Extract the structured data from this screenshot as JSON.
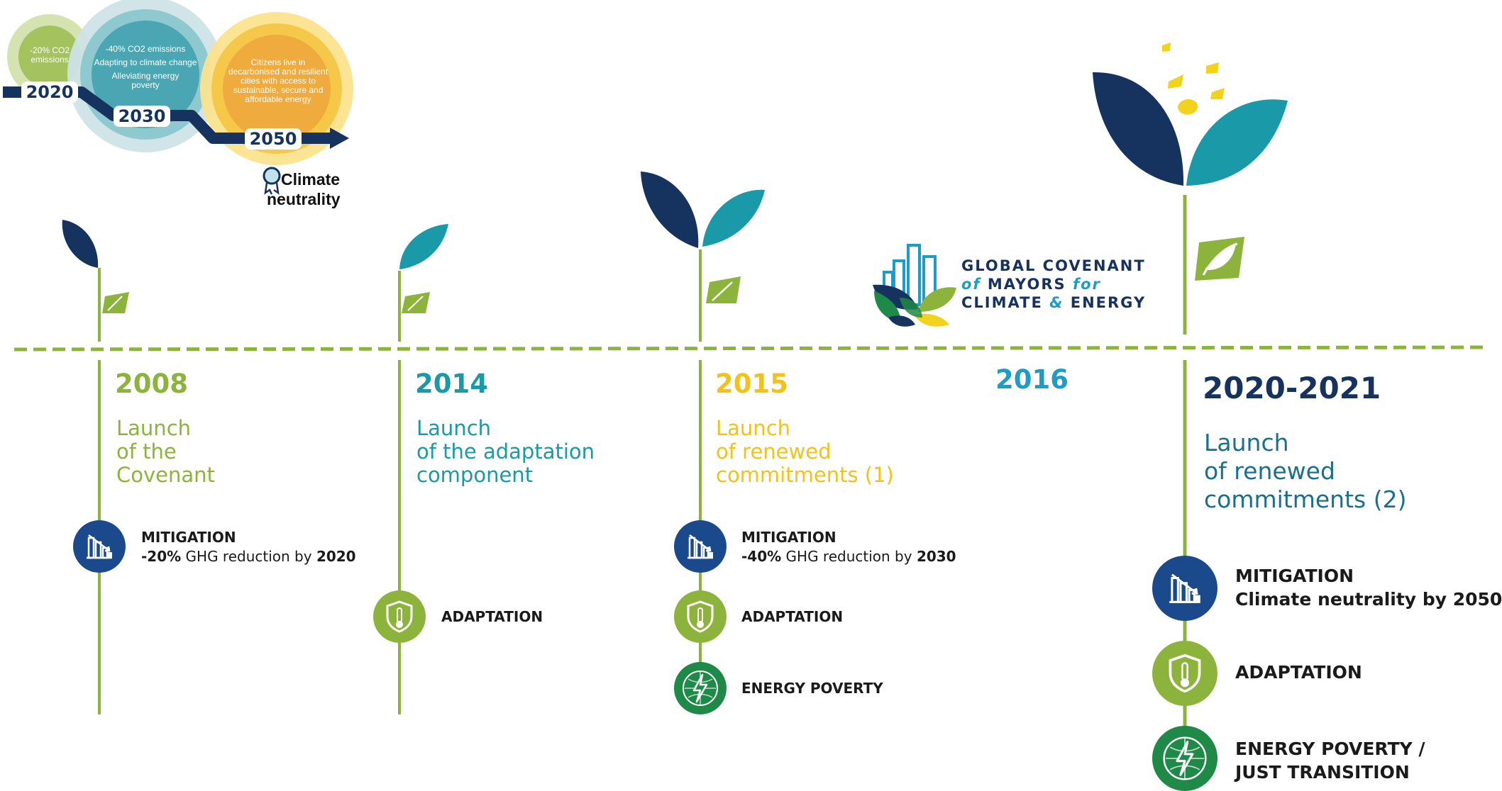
{
  "colors": {
    "green": "#8cb43c",
    "teal": "#1a9aa8",
    "yellow": "#f2c21a",
    "navy": "#16335f",
    "blue": "#1c9cc6",
    "mitigation": "#1b4a8c",
    "energy": "#1f8a47"
  },
  "target_diagram": {
    "stages": [
      {
        "year": "2020",
        "text": [
          "-20% CO2",
          "emissions"
        ]
      },
      {
        "year": "2030",
        "text": [
          "-40% CO2 emissions",
          "Adapting to climate change",
          "Alleviating energy",
          "poverty"
        ]
      },
      {
        "year": "2050",
        "text": [
          "Citizens live in",
          "decarbonised and resilient",
          "cities with access to",
          "sustainable, secure and",
          "affordable energy"
        ]
      }
    ],
    "end_label": [
      "Climate",
      "neutrality"
    ]
  },
  "logo": {
    "line1": "GLOBAL COVENANT",
    "line2_of": "of",
    "line2_mayors": "MAYORS",
    "line2_for": "for",
    "line3_a": "CLIMATE",
    "line3_amp": "&",
    "line3_b": "ENERGY"
  },
  "milestones": [
    {
      "year": "2008",
      "desc": [
        "Launch",
        "of the",
        "Covenant"
      ],
      "items": [
        {
          "icon": "mitigation-icon",
          "title": "MITIGATION",
          "sub": {
            "a": "-20%",
            "b": " GHG reduction by ",
            "c": "2020"
          }
        }
      ]
    },
    {
      "year": "2014",
      "desc": [
        "Launch",
        "of the adaptation",
        "component"
      ],
      "items": [
        {
          "icon": "adaptation-icon",
          "title": "ADAPTATION"
        }
      ]
    },
    {
      "year": "2015",
      "desc": [
        "Launch",
        "of renewed",
        "commitments (1)"
      ],
      "items": [
        {
          "icon": "mitigation-icon",
          "title": "MITIGATION",
          "sub": {
            "a": "-40%",
            "b": " GHG reduction by ",
            "c": "2030"
          }
        },
        {
          "icon": "adaptation-icon",
          "title": "ADAPTATION"
        },
        {
          "icon": "energy-poverty-icon",
          "title": "ENERGY POVERTY"
        }
      ]
    },
    {
      "year": "2016"
    },
    {
      "year": "2020-2021",
      "desc": [
        "Launch",
        "of renewed",
        "commitments (2)"
      ],
      "items": [
        {
          "icon": "mitigation-icon",
          "title": "MITIGATION",
          "sub": {
            "a": "Climate neutrality",
            "b": " by ",
            "c": "2050"
          }
        },
        {
          "icon": "adaptation-icon",
          "title": "ADAPTATION"
        },
        {
          "icon": "energy-poverty-icon",
          "title": "ENERGY POVERTY /",
          "title2": "JUST TRANSITION"
        }
      ]
    }
  ]
}
